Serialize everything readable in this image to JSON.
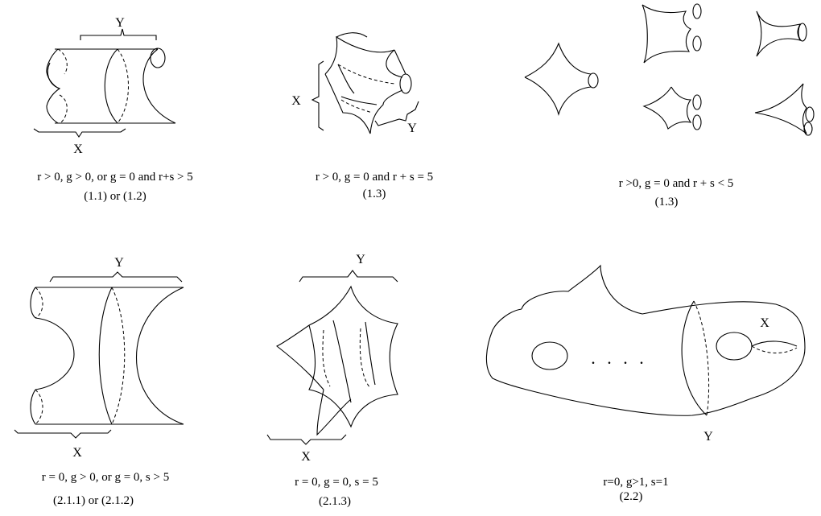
{
  "panels": [
    {
      "condition": "r > 0, g > 0, or g = 0 and r+s > 5",
      "case": "(1.1) or (1.2)",
      "labels": {
        "x": "X",
        "y": "Y"
      }
    },
    {
      "condition": "r > 0, g = 0 and  r + s =  5",
      "case": "(1.3)",
      "labels": {
        "x": "X",
        "y": "Y"
      }
    },
    {
      "condition": "r >0,    g = 0 and  r + s  < 5",
      "case": "(1.3)"
    },
    {
      "condition": "r = 0, g > 0, or g = 0, s > 5",
      "case": "(2.1.1)  or (2.1.2)",
      "labels": {
        "x": "X",
        "y": "Y"
      }
    },
    {
      "condition": "r = 0,  g = 0, s = 5",
      "case": "(2.1.3)",
      "labels": {
        "x": "X",
        "y": "Y"
      }
    },
    {
      "condition": "r=0, g>1, s=1",
      "case": "(2.2)",
      "labels": {
        "x": "X",
        "y": "Y"
      },
      "dots": ". . . ."
    }
  ]
}
